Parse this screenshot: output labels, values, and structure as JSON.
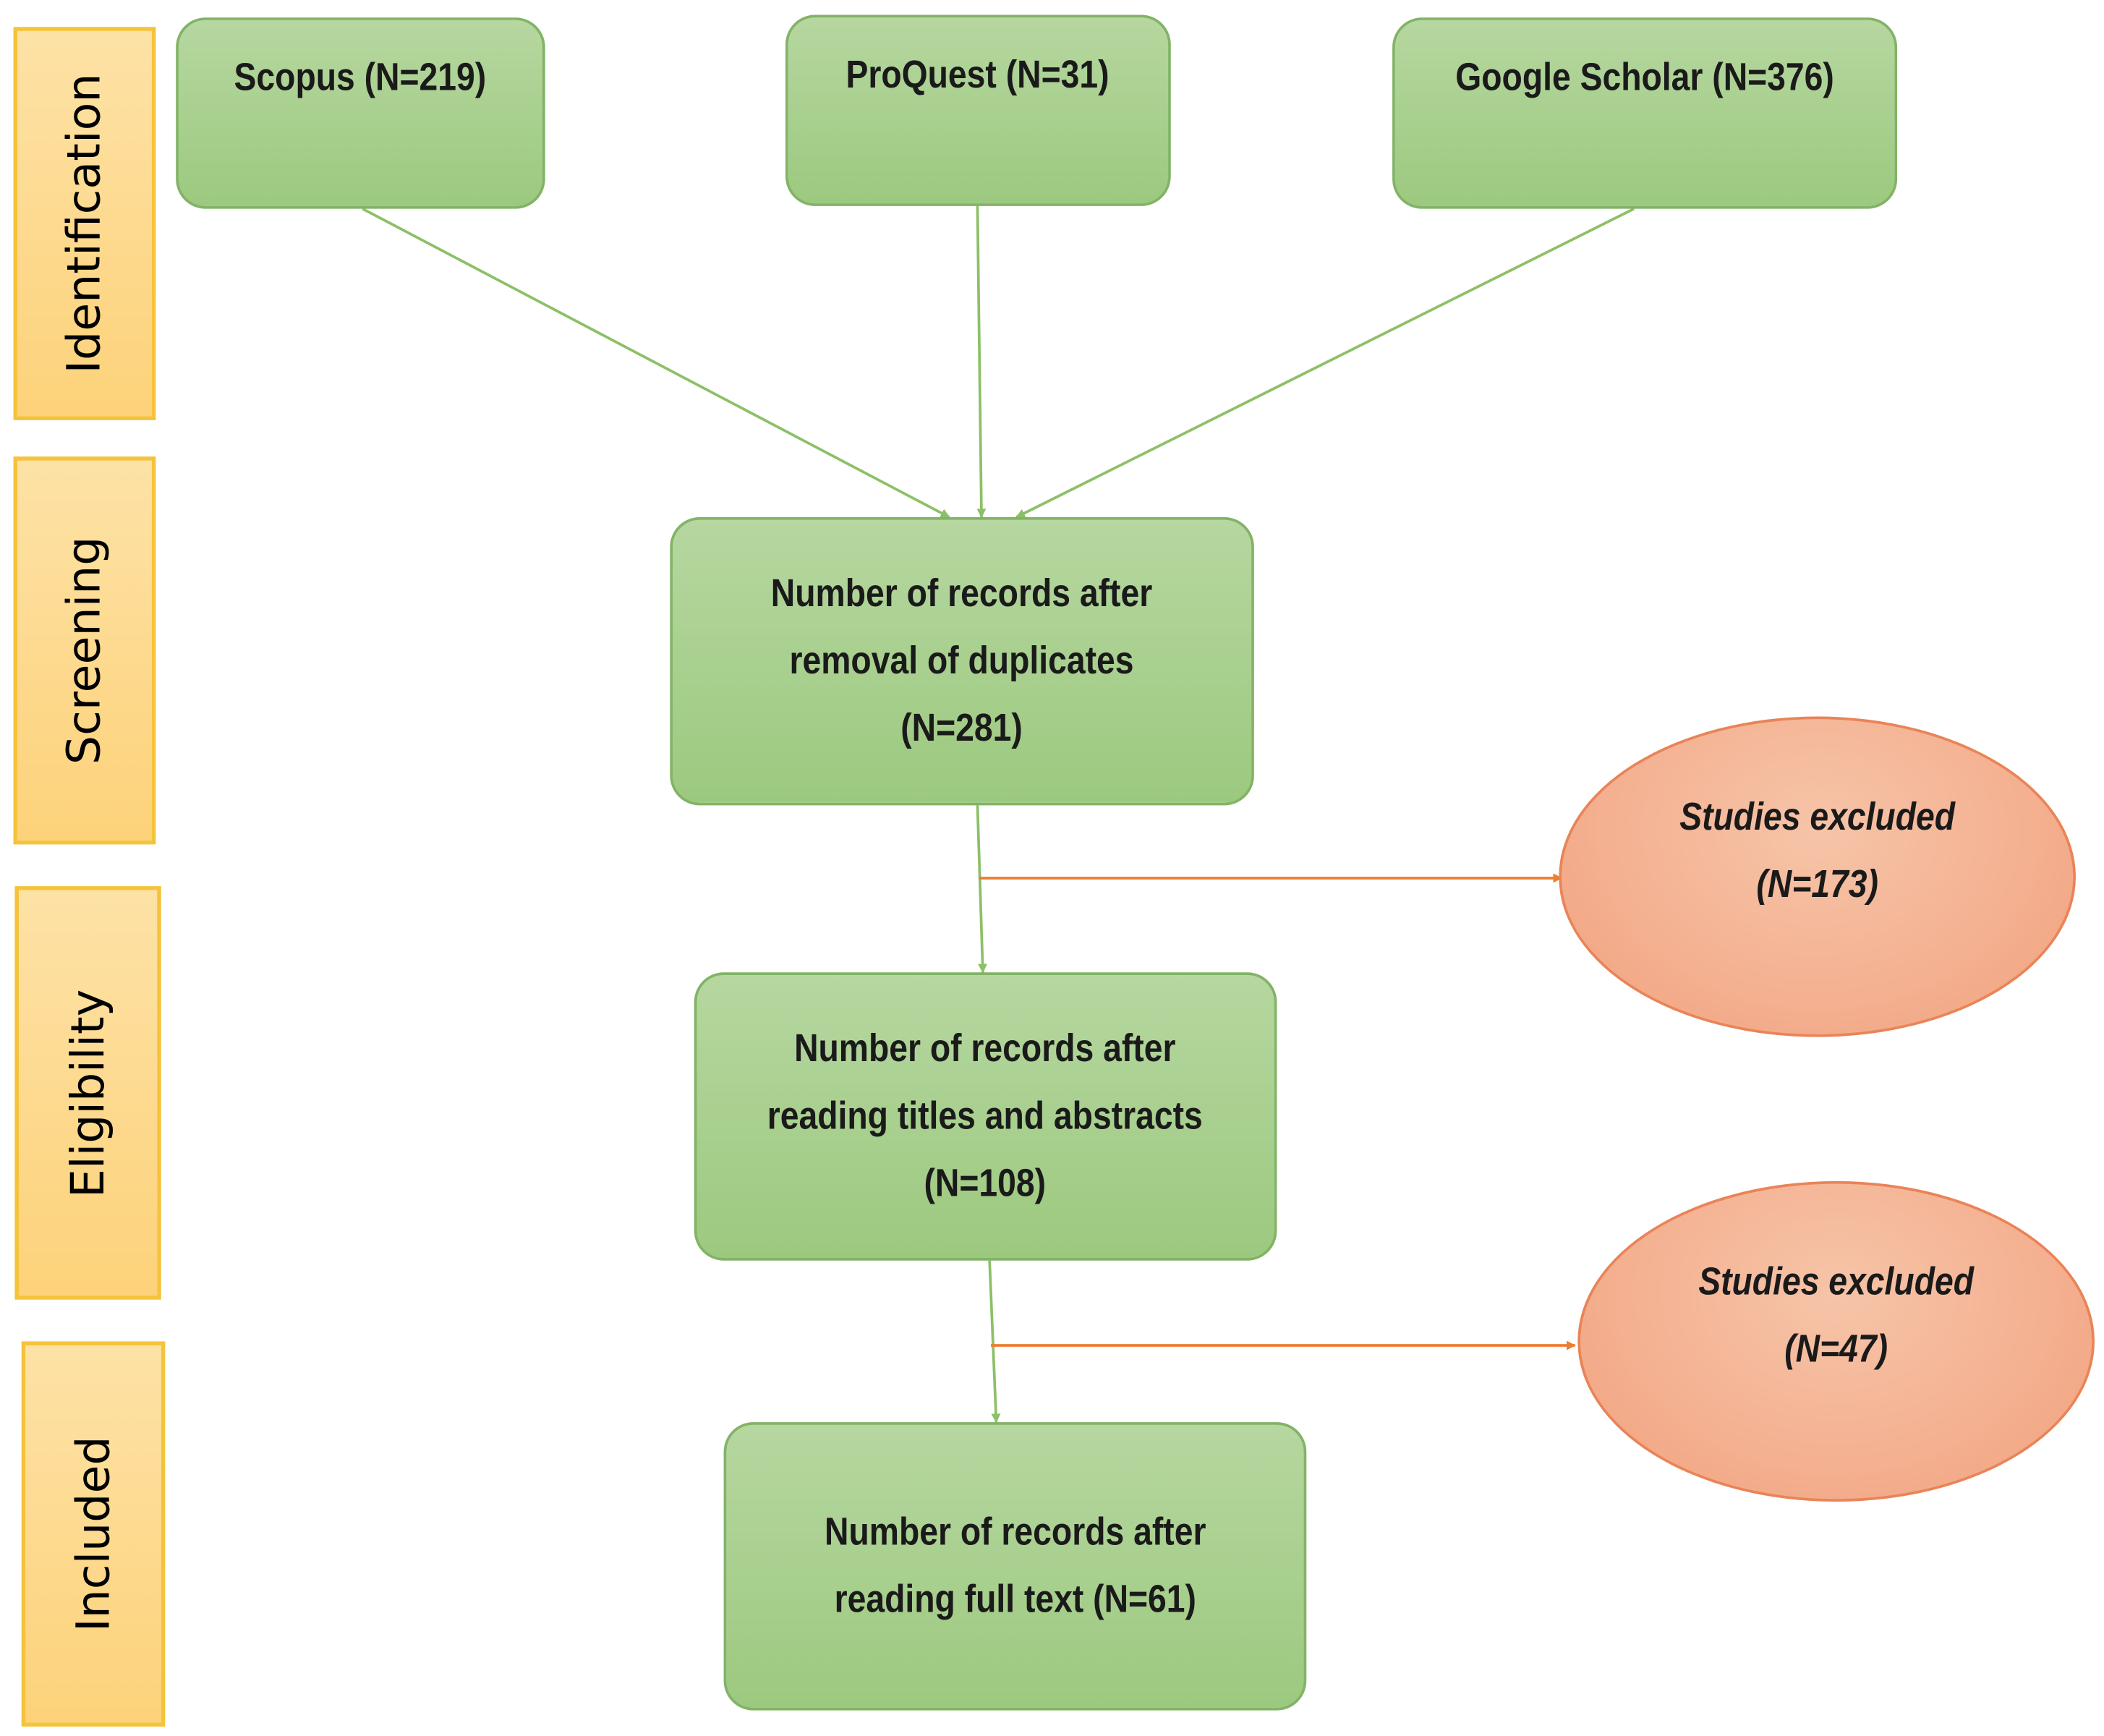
{
  "phases": {
    "identification": "Identification",
    "screening": "Screening",
    "eligibility": "Eligibility",
    "included": "Included"
  },
  "sources": {
    "scopus": "Scopus (N=219)",
    "proquest": "ProQuest (N=31)",
    "google_scholar": "Google Scholar (N=376)"
  },
  "steps": {
    "after_duplicates": "Number of records after\nremoval of duplicates\n(N=281)",
    "after_titles_abstracts": "Number of records after\nreading titles and abstracts\n(N=108)",
    "after_full_text": "Number of records after\nreading full text (N=61)"
  },
  "exclusions": {
    "first": "Studies excluded\n(N=173)",
    "second": "Studies excluded\n(N=47)"
  },
  "colors": {
    "phase_fill": "#fdd27a",
    "phase_border": "#f5c33a",
    "box_fill": "#a9d18e",
    "box_border": "#82b366",
    "oval_fill": "#f4b183",
    "oval_border": "#e98458",
    "arrow_green": "#8cc068",
    "arrow_orange": "#ed7d31"
  }
}
